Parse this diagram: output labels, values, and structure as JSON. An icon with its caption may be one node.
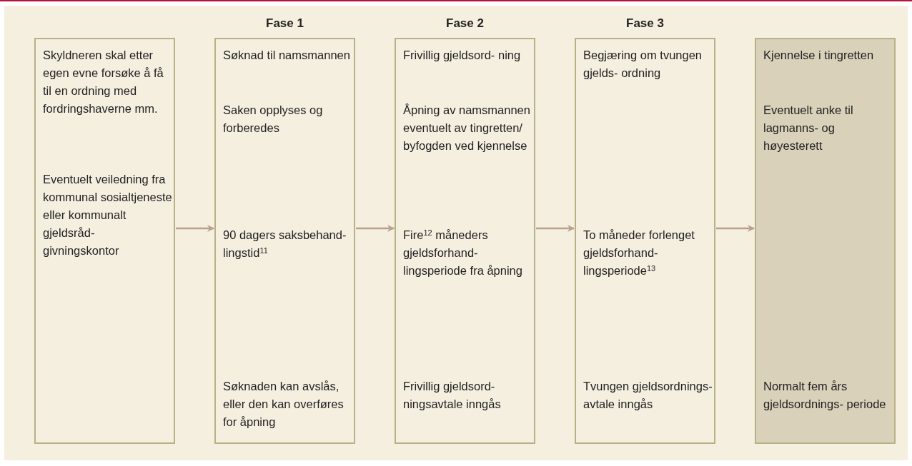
{
  "diagram": {
    "nodes": [
      {
        "text": [
          "Skyldneren skal etter egen evne forsøke å få til en ordning med fordringshaverne mm.",
          "Eventuelt veiledning fra kommunal sosialtjeneste eller kommunalt gjeldsråd- givningskontor"
        ]
      },
      {
        "text": [
          "Fase 1",
          "Søknad til namsmannen",
          "Saken opplyses og forberedes",
          "90 dagers saksbehand- lingstid$^{11}$",
          "Søknaden kan avslås, eller den kan overføres for åpning"
        ]
      },
      {
        "text": [
          "Fase 2",
          "Frivillig gjeldsord- ning",
          "Åpning av namsmannen eventuelt av tingretten/ byfogden ved kjennelse",
          "Fire$^{12}$ måneders gjeldsforhand- lingsperiode fra åpning",
          "Frivillig gjeldsord- ningsavtale inngås"
        ]
      },
      {
        "text": [
          "Fase 3",
          "Begjæring om tvungen gjelds- ordning",
          "To måneder forlenget gjeldsforhand- lingsperiode$^{13}$",
          "Tvungen gjeldsordnings- avtale inngås"
        ]
      },
      {
        "text": [
          "Kjennelse i tingretten",
          "Eventuelt anke til lagmanns- og høyesterett",
          "Normalt fem års gjeldsordnings- periode"
        ]
      }
    ],
    "edges": [
      {
        "from": 0,
        "to": 1,
        "arrow": "to"
      },
      {
        "from": 1,
        "to": 2,
        "arrow": "to"
      },
      {
        "from": 2,
        "to": 3,
        "arrow": "to"
      },
      {
        "from": 3,
        "to": 4,
        "arrow": "to"
      }
    ]
  }
}
